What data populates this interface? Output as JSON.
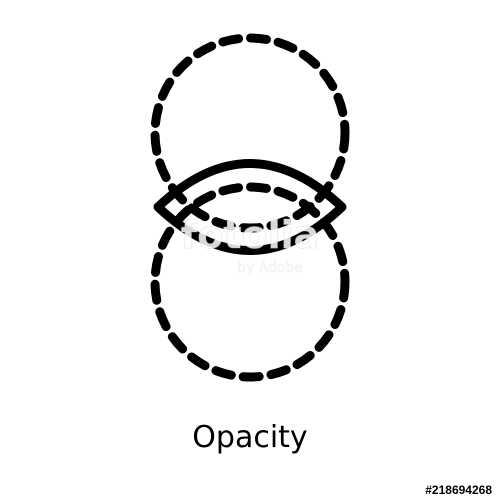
{
  "icon": {
    "name": "opacity-icon",
    "stroke_color": "#000000",
    "background_color": "#ffffff"
  },
  "caption": "Opacity",
  "watermark": {
    "brand": "fotolia",
    "byline": "by Adobe",
    "color": "#ffffff"
  },
  "stock_id": "#218694268"
}
